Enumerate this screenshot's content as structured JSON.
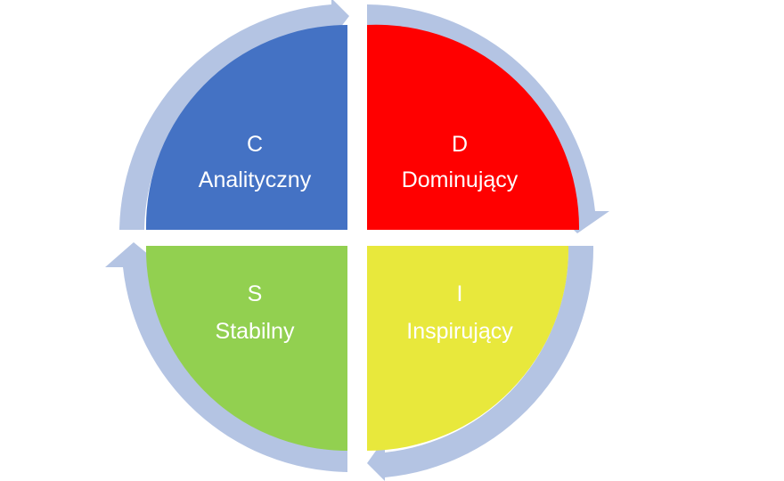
{
  "diagram": {
    "ring_color": "#b4c4e3",
    "quadrants": [
      {
        "id": "c",
        "letter": "C",
        "label": "Analityczny",
        "color": "#4472c4"
      },
      {
        "id": "d",
        "letter": "D",
        "label": "Dominujący",
        "color": "#ff0000"
      },
      {
        "id": "i",
        "letter": "I",
        "label": "Inspirujący",
        "color": "#e8e83c"
      },
      {
        "id": "s",
        "letter": "S",
        "label": "Stabilny",
        "color": "#92d050"
      }
    ]
  }
}
